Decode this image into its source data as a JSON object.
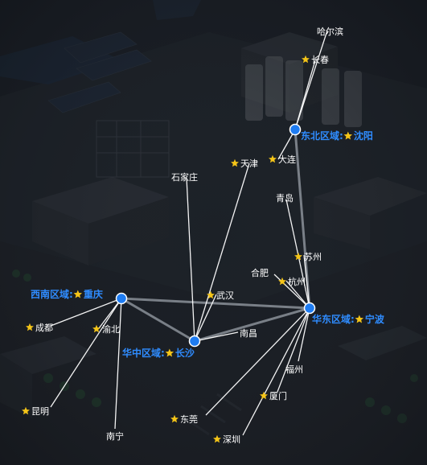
{
  "colors": {
    "link": "#ffffff",
    "trunk": "#9aa0a8",
    "hub": "#1e7cf2",
    "hub_label": "#2f8cff",
    "star": "#f5c518",
    "background": "#1b1f26"
  },
  "hubs": [
    {
      "id": "dongbei",
      "region": "东北区域:",
      "city": "沈阳"
    },
    {
      "id": "xinan",
      "region": "西南区域:",
      "city": "重庆"
    },
    {
      "id": "huazhong",
      "region": "华中区域:",
      "city": "长沙"
    },
    {
      "id": "huadong",
      "region": "华东区域:",
      "city": "宁波"
    }
  ],
  "cities": [
    {
      "id": "haerbin",
      "name": "哈尔滨",
      "star": false,
      "hub": "dongbei"
    },
    {
      "id": "changchun",
      "name": "长春",
      "star": true,
      "hub": "dongbei"
    },
    {
      "id": "dalian",
      "name": "大连",
      "star": true,
      "hub": "dongbei"
    },
    {
      "id": "tianjin",
      "name": "天津",
      "star": true,
      "hub": "huazhong"
    },
    {
      "id": "shijiazhuang",
      "name": "石家庄",
      "star": false,
      "hub": "huazhong"
    },
    {
      "id": "wuhan",
      "name": "武汉",
      "star": true,
      "hub": "huazhong"
    },
    {
      "id": "nanchang",
      "name": "南昌",
      "star": false,
      "hub": "huazhong"
    },
    {
      "id": "chengdu",
      "name": "成都",
      "star": true,
      "hub": "xinan"
    },
    {
      "id": "yubei",
      "name": "渝北",
      "star": true,
      "hub": "xinan"
    },
    {
      "id": "kunming",
      "name": "昆明",
      "star": true,
      "hub": "xinan"
    },
    {
      "id": "nanning",
      "name": "南宁",
      "star": false,
      "hub": "xinan"
    },
    {
      "id": "qingdao",
      "name": "青岛",
      "star": false,
      "hub": "huadong"
    },
    {
      "id": "suzhou",
      "name": "苏州",
      "star": true,
      "hub": "huadong"
    },
    {
      "id": "hefei",
      "name": "合肥",
      "star": false,
      "hub": "huadong"
    },
    {
      "id": "hangzhou",
      "name": "杭州",
      "star": true,
      "hub": "huadong"
    },
    {
      "id": "fuzhou",
      "name": "福州",
      "star": false,
      "hub": "huadong"
    },
    {
      "id": "xiamen",
      "name": "厦门",
      "star": true,
      "hub": "huadong"
    },
    {
      "id": "dongguan",
      "name": "东莞",
      "star": true,
      "hub": "huadong"
    },
    {
      "id": "shenzhen",
      "name": "深圳",
      "star": true,
      "hub": "huadong"
    }
  ],
  "trunks": [
    [
      "xinan",
      "huadong"
    ],
    [
      "huazhong",
      "huadong"
    ],
    [
      "dongbei",
      "huadong"
    ],
    [
      "xinan",
      "huazhong"
    ]
  ]
}
